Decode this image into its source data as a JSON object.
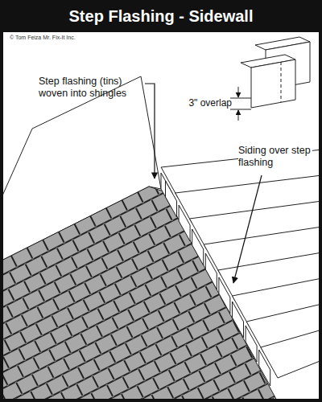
{
  "diagram": {
    "title": "Step Flashing - Sidewall",
    "labels": [
      "© Tom Feiza Mr. Fix-It Inc.",
      "Step flashing (tins) woven into shingles",
      "3\" overlap",
      "Siding over step flashing"
    ]
  }
}
